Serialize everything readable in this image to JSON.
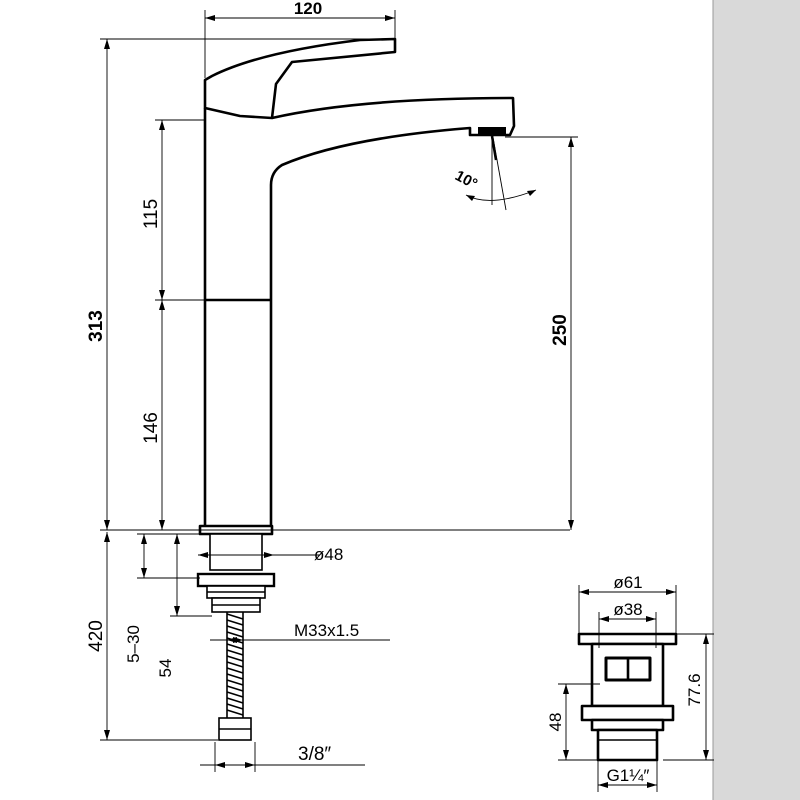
{
  "dimensions": {
    "spout_reach": "120",
    "total_height": "313",
    "upper_body": "115",
    "lower_body": "146",
    "outlet_height": "250",
    "spray_angle": "10°",
    "base_diameter": "ø48",
    "thread": "M33x1.5",
    "hose_length": "420",
    "deck_thickness": "5–30",
    "shank_length": "54",
    "hose_connection": "3/8″"
  },
  "waste": {
    "outer_diameter": "ø61",
    "inner_diameter": "ø38",
    "height": "77.6",
    "lower_height": "48",
    "thread": "G1¼″"
  }
}
